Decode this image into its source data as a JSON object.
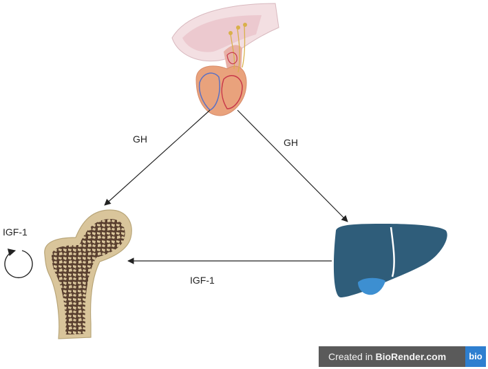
{
  "labels": {
    "gh_left": "GH",
    "gh_right": "GH",
    "igf_self": "IGF-1",
    "igf_bottom": "IGF-1"
  },
  "badge": {
    "prefix": "Created in ",
    "brand": "BioRender.com",
    "logo": "bio"
  },
  "colors": {
    "liver": "#2f5d7a",
    "gallbladder": "#3d8fd1",
    "bone": "#d9c59b",
    "bone_marrow": "#5a4030",
    "pituitary": "#e9a27c",
    "badge_bg": "#5a5a5a",
    "badge_logo": "#2e7fd0"
  },
  "icons": [
    "pituitary-gland-icon",
    "femur-bone-icon",
    "liver-icon",
    "circular-arrow-icon"
  ]
}
